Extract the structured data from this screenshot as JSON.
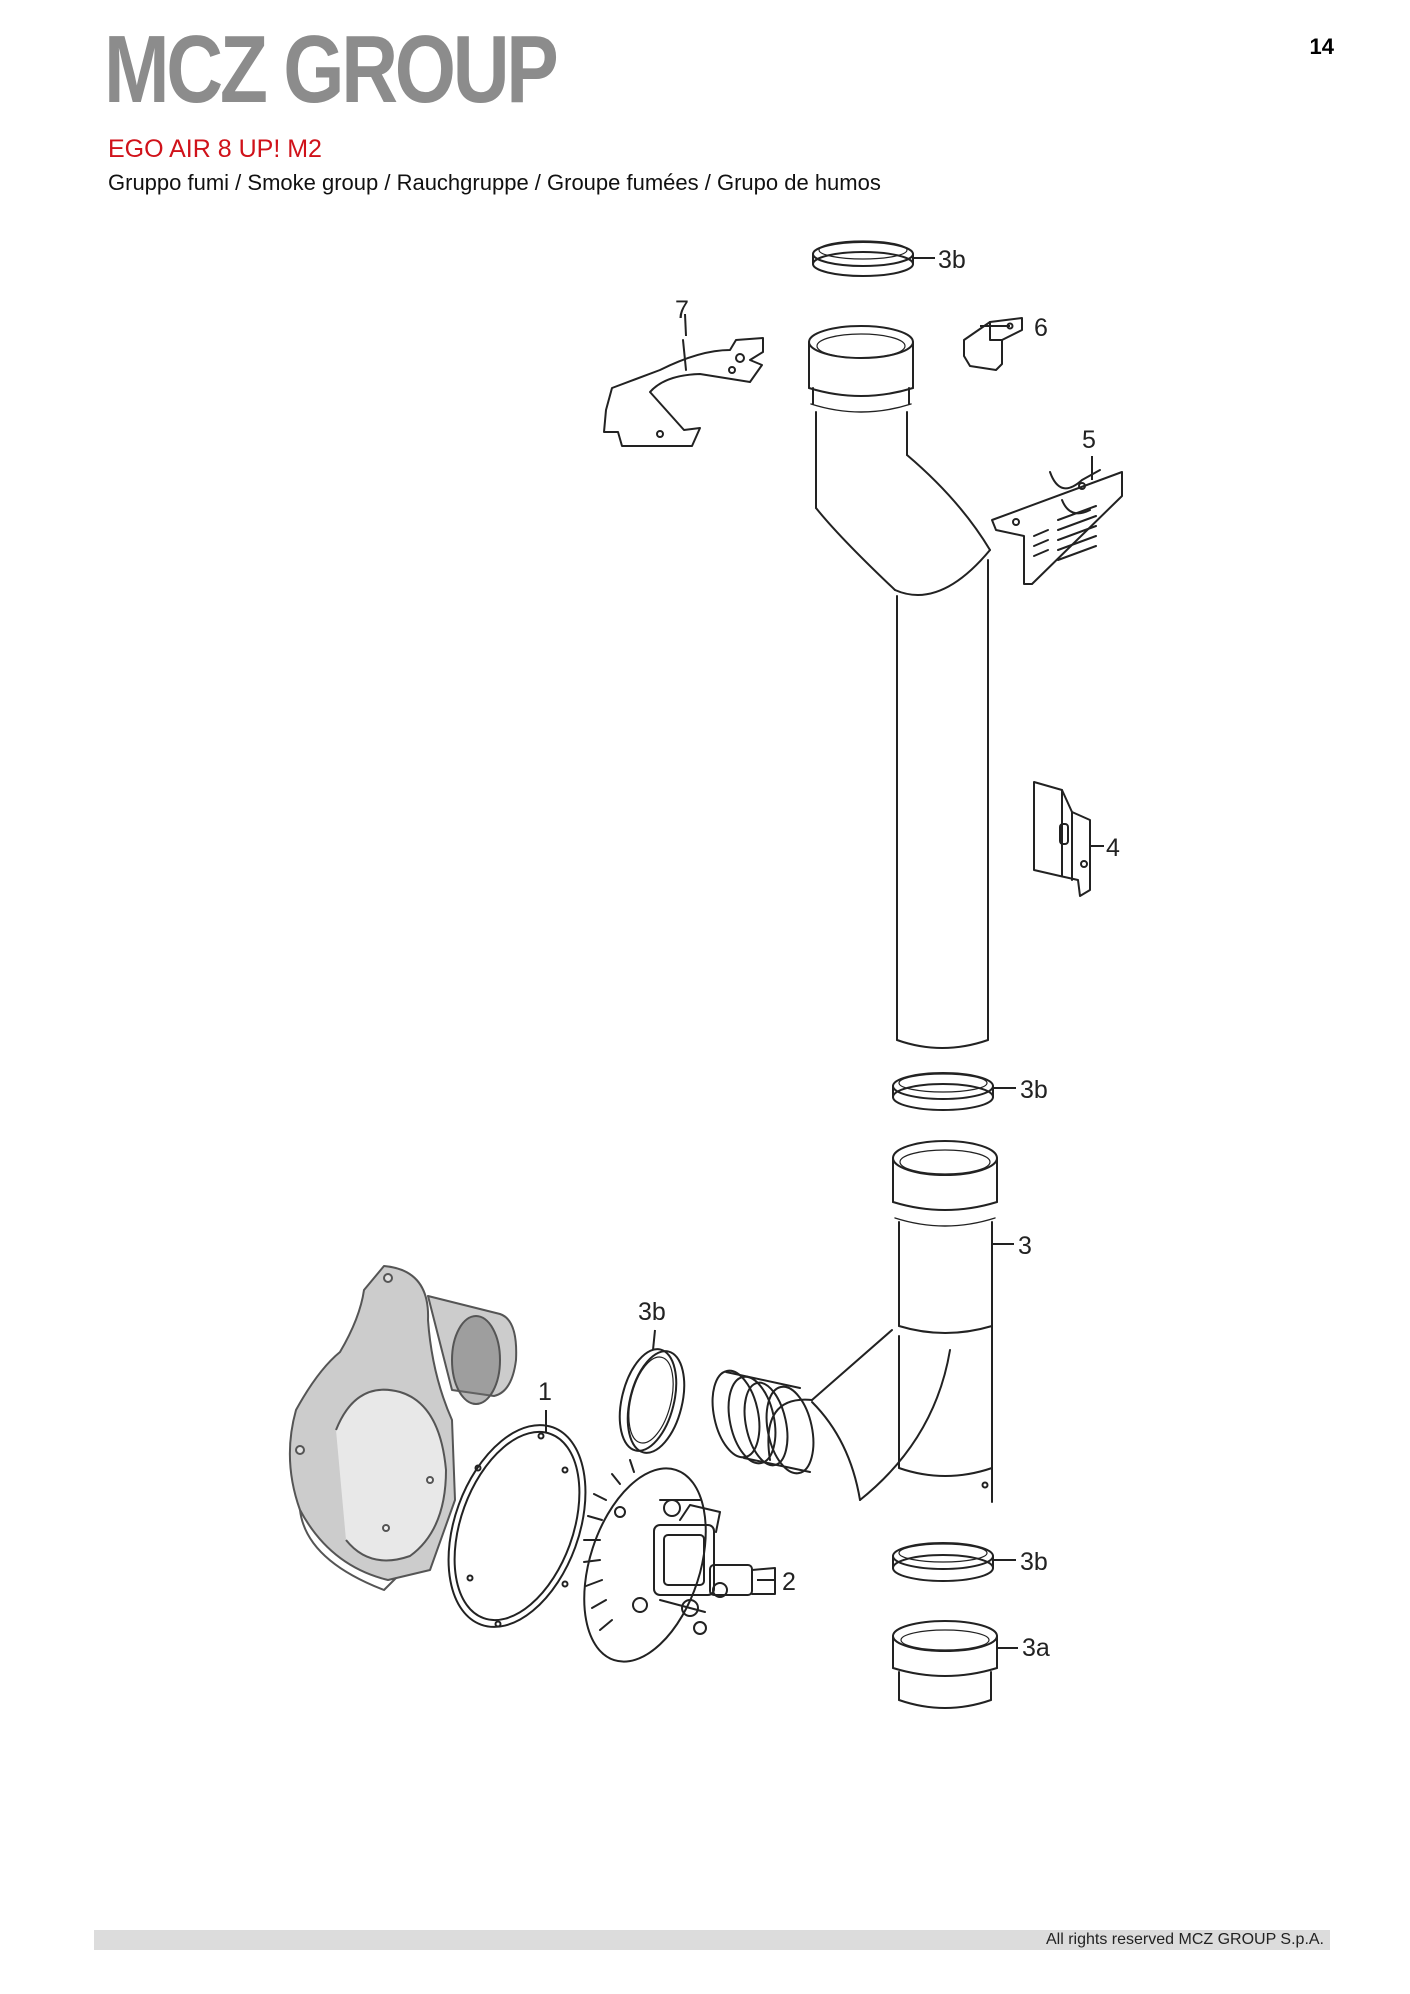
{
  "header": {
    "brand": "MCZ GROUP",
    "page_number": "14",
    "model": "EGO AIR 8 UP! M2",
    "subtitle": "Gruppo fumi / Smoke group / Rauchgruppe / Groupe fumées / Grupo de humos"
  },
  "callouts": {
    "p1": "1",
    "p2": "2",
    "p3": "3",
    "p3a": "3a",
    "p3b_top": "3b",
    "p3b_mid": "3b",
    "p3b_left": "3b",
    "p3b_bottom": "3b",
    "p4": "4",
    "p5": "5",
    "p6": "6",
    "p7": "7"
  },
  "footer": {
    "rights": "All rights reserved MCZ GROUP S.p.A."
  }
}
